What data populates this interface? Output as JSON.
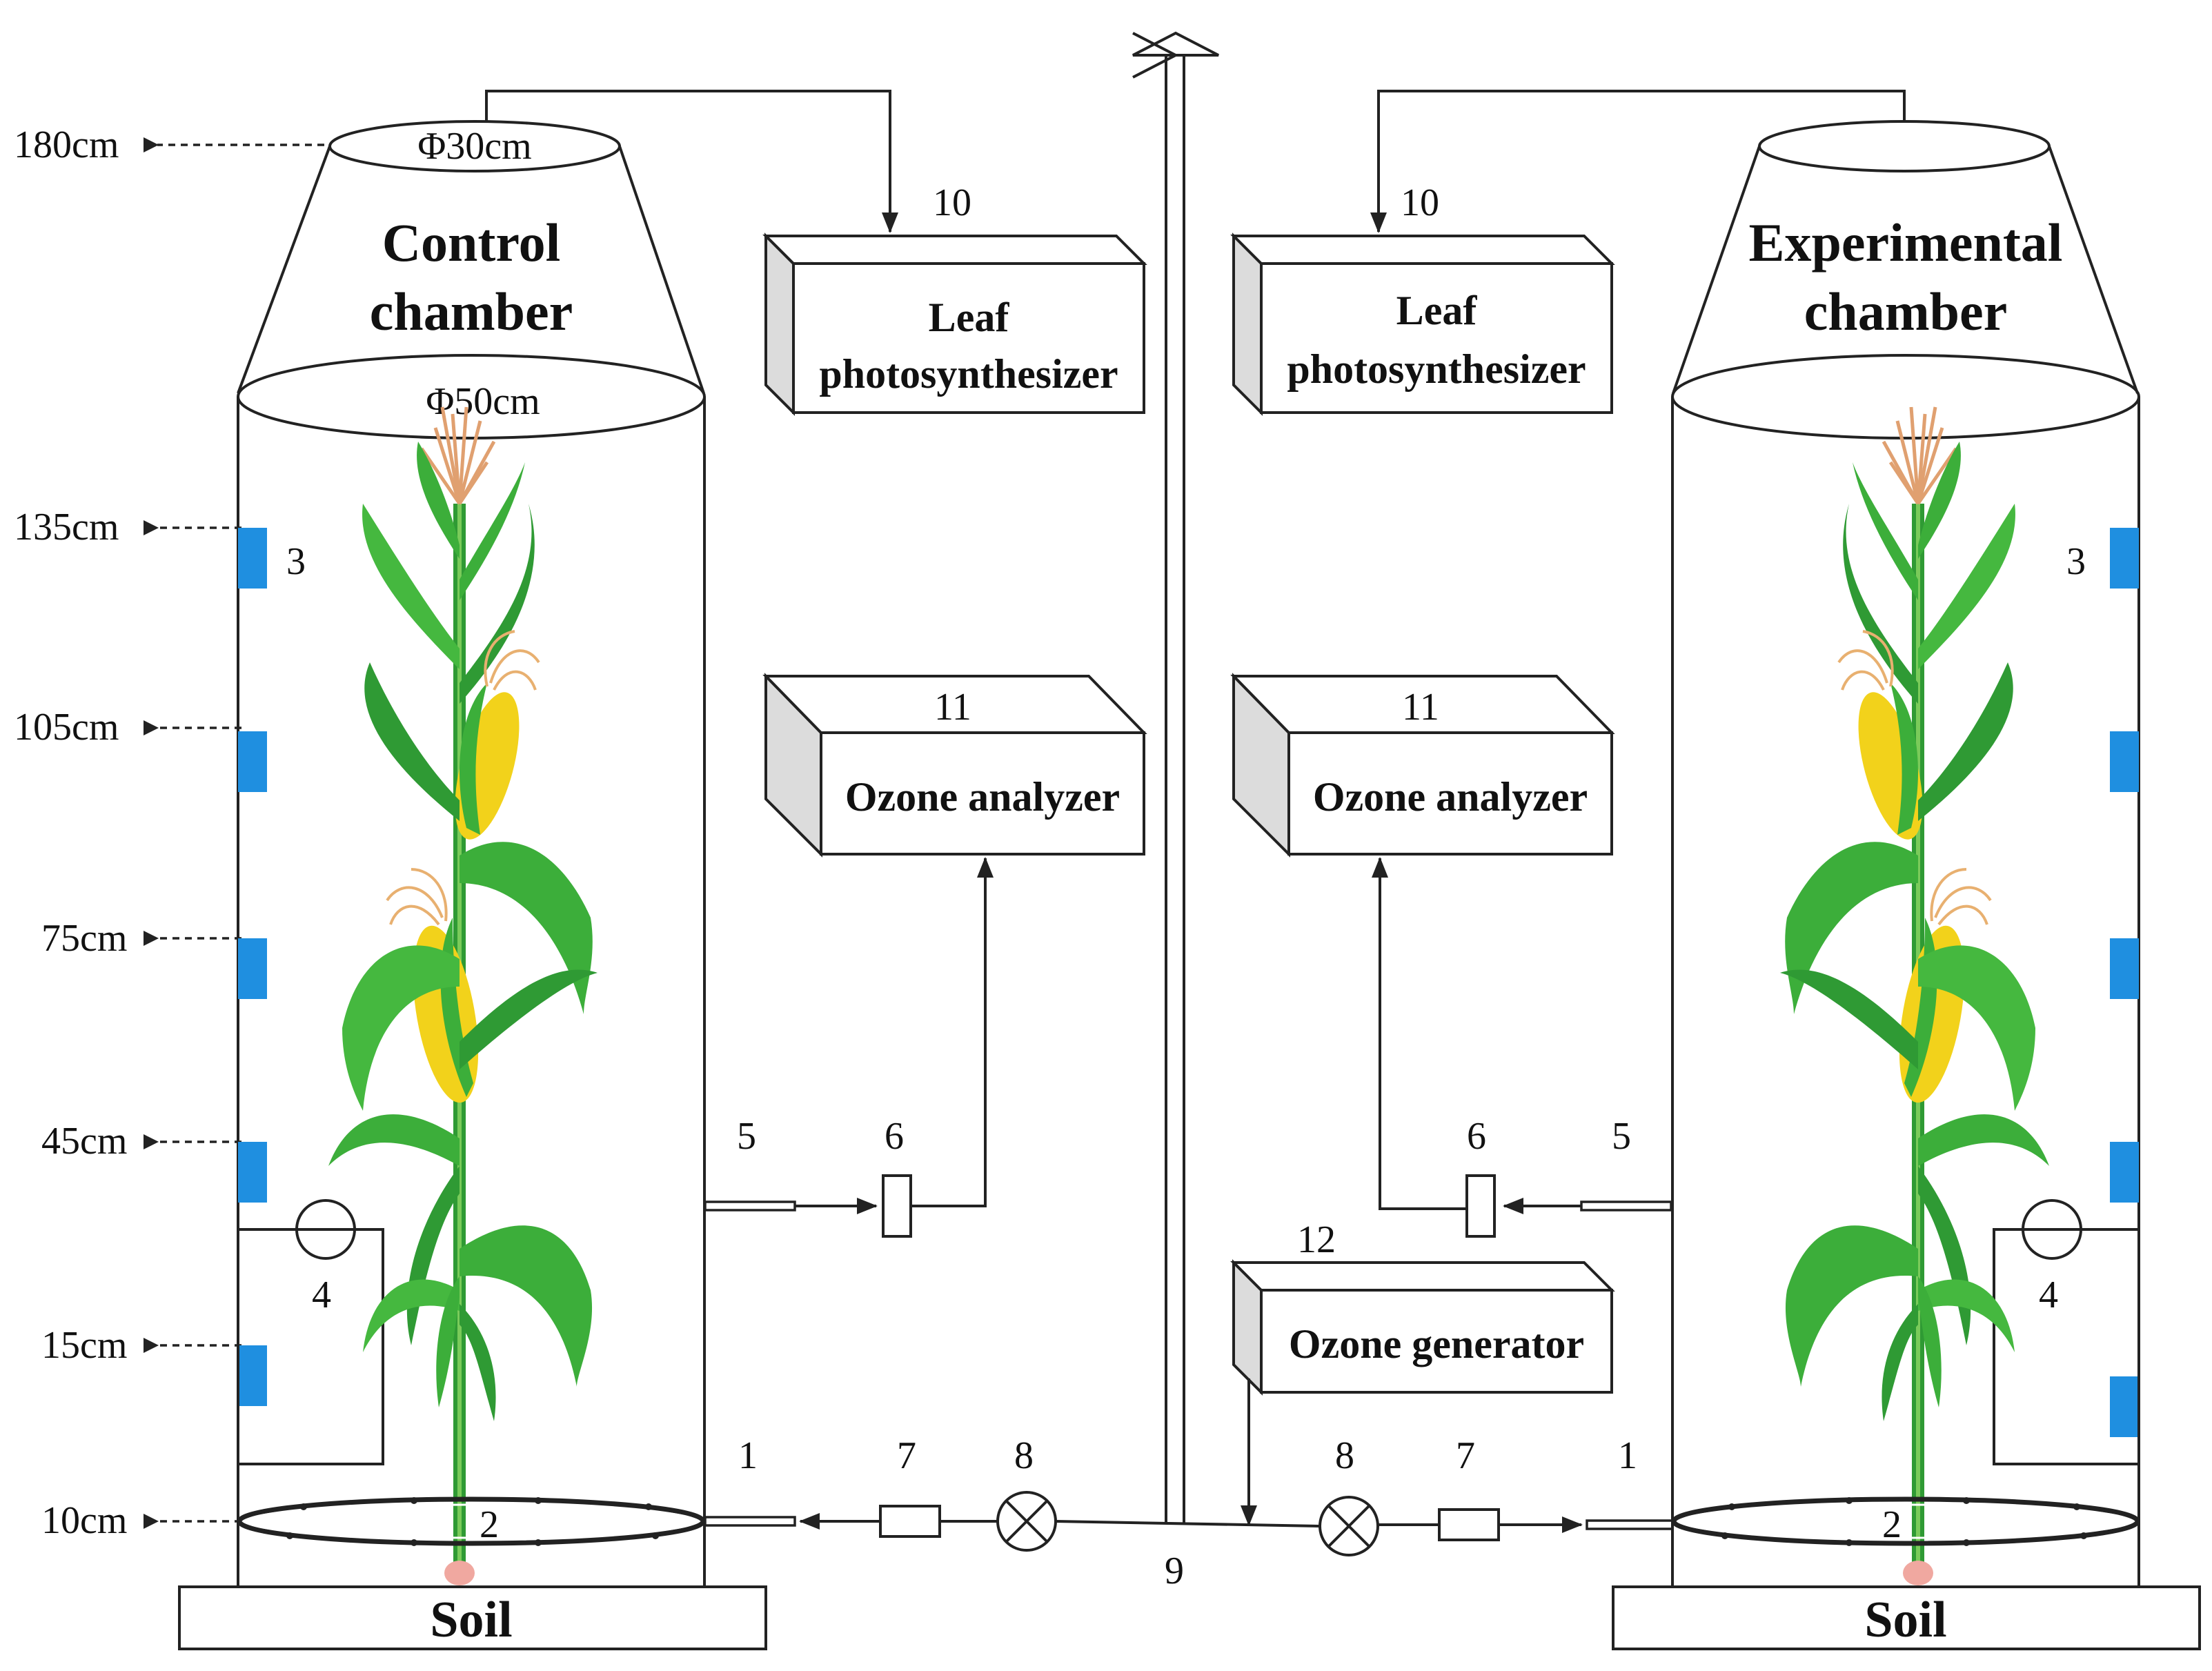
{
  "heights": [
    {
      "id": "h180",
      "label": "180cm"
    },
    {
      "id": "h135",
      "label": "135cm"
    },
    {
      "id": "h105",
      "label": "105cm"
    },
    {
      "id": "h75",
      "label": "75cm"
    },
    {
      "id": "h45",
      "label": "45cm"
    },
    {
      "id": "h15",
      "label": "15cm"
    },
    {
      "id": "h10",
      "label": "10cm"
    }
  ],
  "control": {
    "title_line1": "Control",
    "title_line2": "chamber",
    "top_diameter": "Φ30cm",
    "bottom_diameter": "Φ50cm",
    "soil": "Soil"
  },
  "experimental": {
    "title_line1": "Experimental",
    "title_line2": "chamber",
    "soil": "Soil"
  },
  "devices": {
    "leaf_line1": "Leaf",
    "leaf_line2": "photosynthesizer",
    "ozone_analyzer": "Ozone analyzer",
    "ozone_generator": "Ozone generator"
  },
  "numbers": {
    "n1": "1",
    "n2": "2",
    "n3": "3",
    "n4": "4",
    "n5": "5",
    "n6": "6",
    "n7": "7",
    "n8": "8",
    "n9": "9",
    "n10": "10",
    "n11": "11",
    "n12": "12"
  },
  "colors": {
    "sensor": "#1f8fe0",
    "leaf": "#3cae3a",
    "leaf_dark": "#1f7a25",
    "corn": "#f2d21b",
    "tassel": "#e0a070",
    "box_side": "#dcdcdc"
  }
}
